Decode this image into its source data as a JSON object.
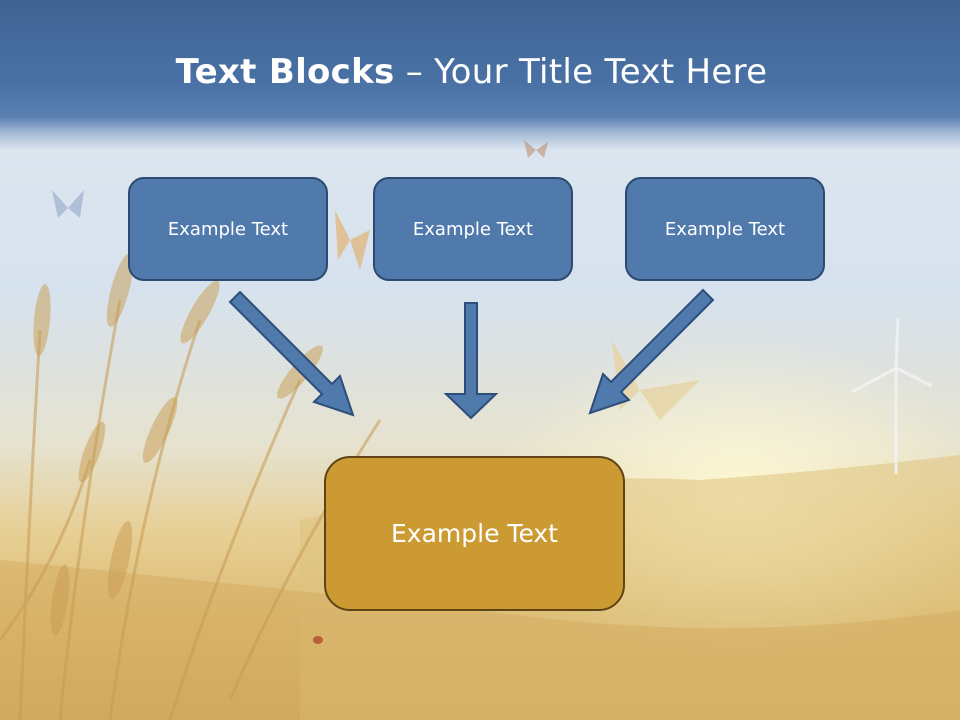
{
  "slide": {
    "title_bold": "Text Blocks",
    "title_sep": " – ",
    "title_rest": "Your Title Text Here",
    "boxes": [
      {
        "label": "Example Text"
      },
      {
        "label": "Example Text"
      },
      {
        "label": "Example Text"
      }
    ],
    "target_box": {
      "label": "Example Text"
    }
  },
  "colors": {
    "title_band": "#4a71a4",
    "box_fill": "#5079ac",
    "box_border": "#2c4a72",
    "target_fill": "#cc9a33",
    "target_border": "#5e4415",
    "arrow_fill": "#5079ac"
  },
  "icons": [
    "down-right-arrow-icon",
    "down-arrow-icon",
    "down-left-arrow-icon"
  ]
}
